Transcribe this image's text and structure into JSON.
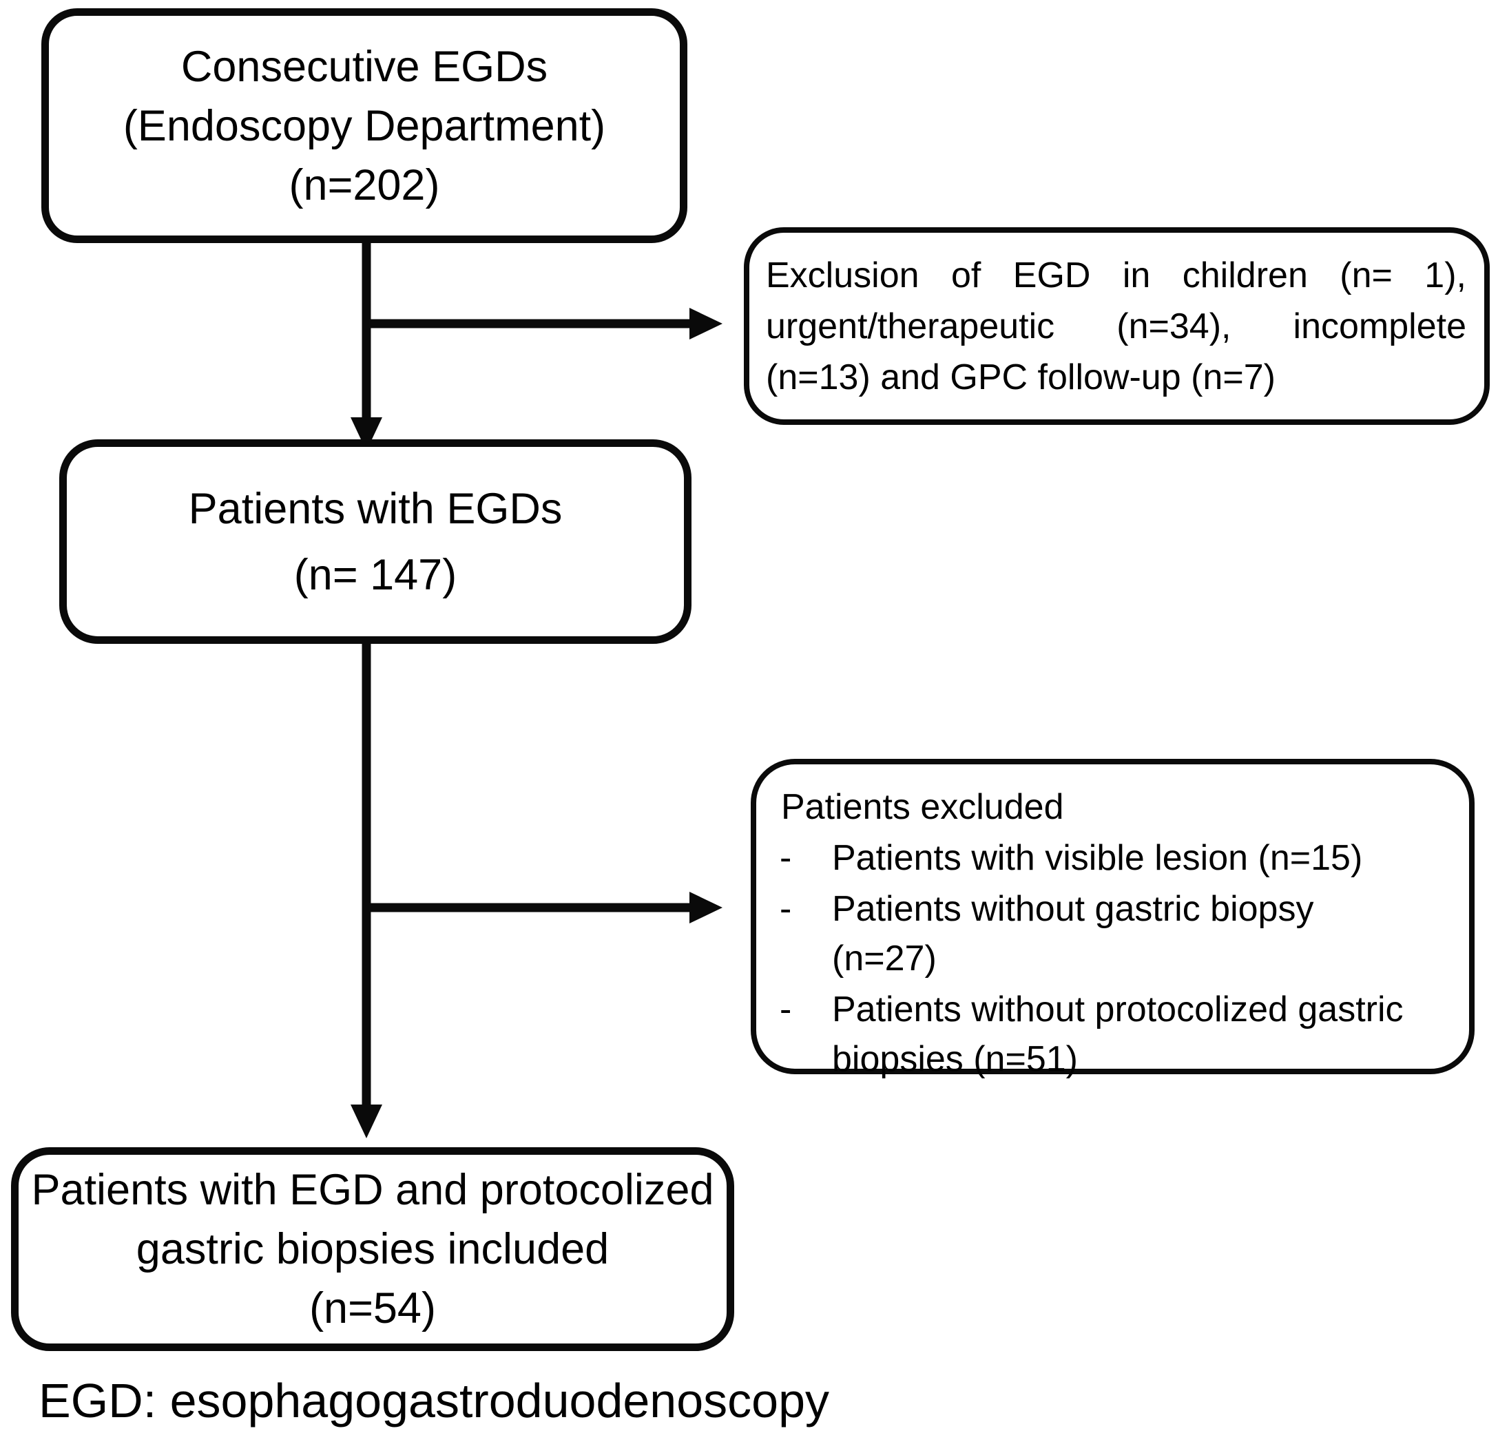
{
  "page": {
    "background_color": "#ffffff",
    "line_color": "#000000",
    "text_color": "#000000"
  },
  "boxes": {
    "consecutive_egds": {
      "lines": [
        "Consecutive EGDs",
        "(Endoscopy Department)",
        "(n=202)"
      ]
    },
    "exclusion_egd": {
      "lines": [
        "Exclusion of EGD in children (n= 1),",
        "urgent/therapeutic (n=34), incomplete",
        "(n=13) and GPC follow-up (n=7)"
      ]
    },
    "patients_with_egds": {
      "lines": [
        "Patients with EGDs",
        "(n= 147)"
      ]
    },
    "patients_excluded": {
      "title": "Patients excluded",
      "marker": "-",
      "items": [
        {
          "lines": [
            "Patients with visible lesion (n=15)"
          ]
        },
        {
          "lines": [
            "Patients without gastric biopsy",
            "(n=27)"
          ]
        },
        {
          "lines": [
            "Patients without protocolized gastric",
            "biopsies (n=51)"
          ]
        }
      ]
    },
    "included": {
      "lines": [
        "Patients with EGD and protocolized",
        "gastric biopsies included",
        "(n=54)"
      ]
    }
  },
  "footnote": "EGD: esophagogastroduodenoscopy"
}
